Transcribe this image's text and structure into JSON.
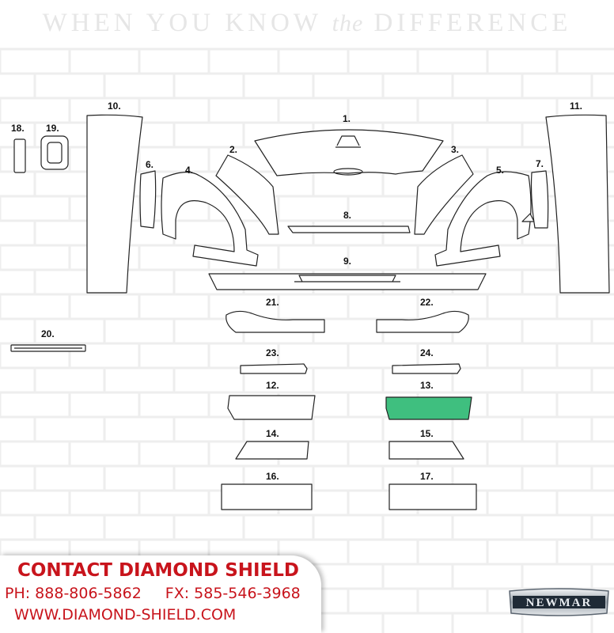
{
  "banner": {
    "pre": "WHEN YOU KNOW ",
    "italic": "the",
    "post": " DIFFERENCE"
  },
  "parts": {
    "p1": "1.",
    "p2": "2.",
    "p3": "3.",
    "p4": "4.",
    "p5": "5.",
    "p6": "6.",
    "p7": "7.",
    "p8": "8.",
    "p9": "9.",
    "p10": "10.",
    "p11": "11.",
    "p12": "12.",
    "p13": "13.",
    "p14": "14.",
    "p15": "15.",
    "p16": "16.",
    "p17": "17.",
    "p18": "18.",
    "p19": "19.",
    "p20": "20.",
    "p21": "21.",
    "p22": "22.",
    "p23": "23.",
    "p24": "24."
  },
  "highlight": {
    "part": "13.",
    "color": "#3fbf7f"
  },
  "contact": {
    "heading": "CONTACT DIAMOND SHIELD",
    "phone": "PH: 888-806-5862",
    "fax": "FX: 585-546-3968",
    "website": "WWW.DIAMOND-SHIELD.COM"
  },
  "logo": {
    "text": "NEWMAR"
  },
  "colors": {
    "contact_red": "#c8141c",
    "brick_line": "#eeeeee",
    "outline": "#222222"
  }
}
